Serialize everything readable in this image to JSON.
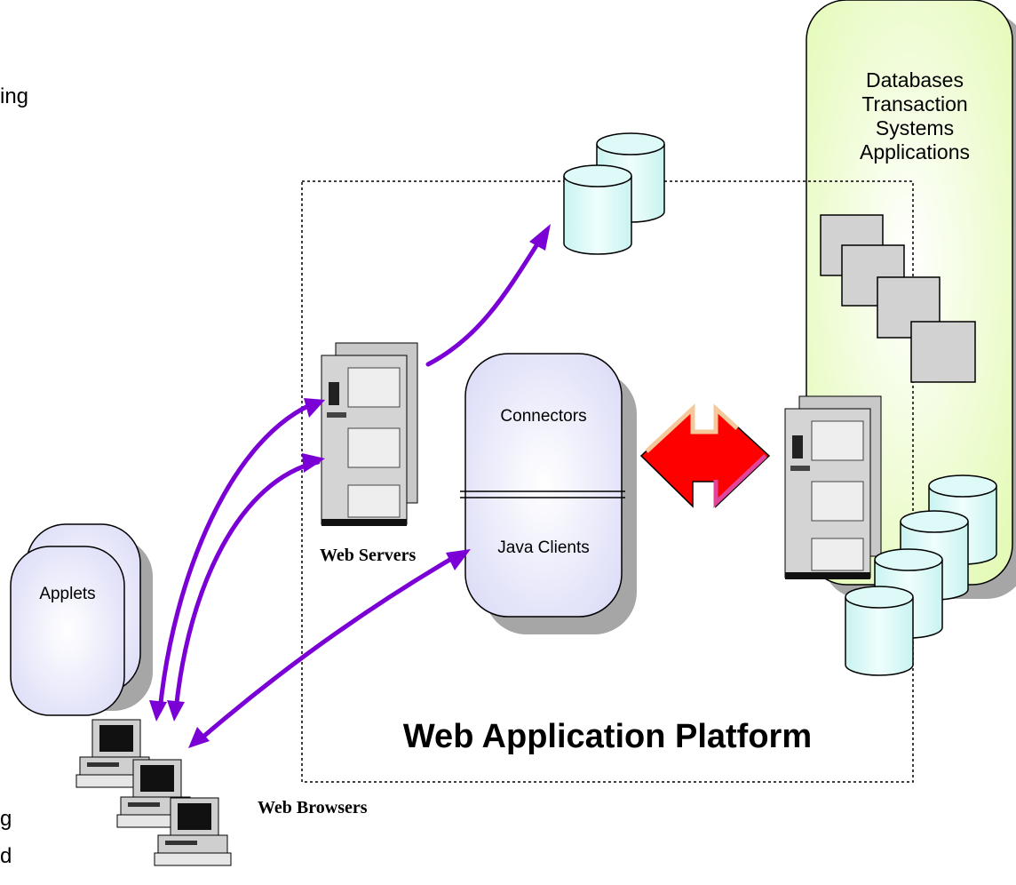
{
  "left_fragments": {
    "top": "ing",
    "bottom_1": "g",
    "bottom_2": "d"
  },
  "backend": {
    "lines": [
      "Databases",
      "Transaction",
      "Systems",
      "Applications"
    ]
  },
  "middle": {
    "connectors": "Connectors",
    "java_clients": "Java Clients"
  },
  "applets": {
    "label": "Applets"
  },
  "web_servers": {
    "label": "Web Servers"
  },
  "web_browsers": {
    "label": "Web Browsers"
  },
  "platform": {
    "title": "Web Application Platform"
  },
  "colors": {
    "arrow_purple": "#7b00d6",
    "big_arrow_red": "#ff0000",
    "cylinder_fill": "#ddfaf8",
    "backend_fill": "#eafbc6",
    "rounded_box_fill": "#e6e6fb",
    "shadow": "#a6a6a6"
  }
}
